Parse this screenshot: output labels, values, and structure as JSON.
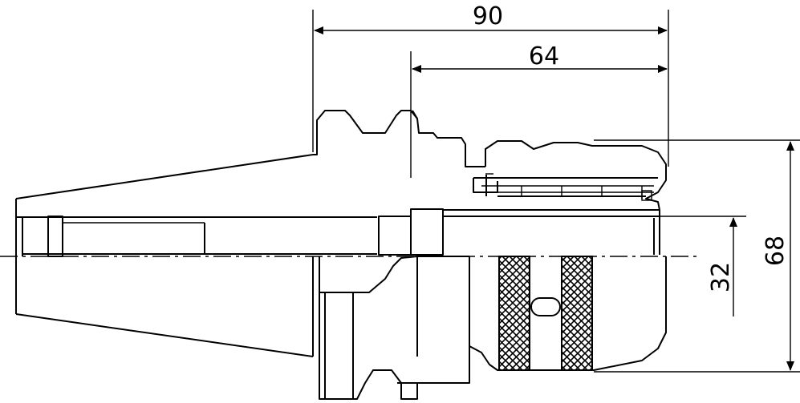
{
  "drawing": {
    "dimensions": {
      "overall_length": "90",
      "gauge_length": "64",
      "clamping_diameter": "32",
      "nose_diameter": "68"
    }
  }
}
